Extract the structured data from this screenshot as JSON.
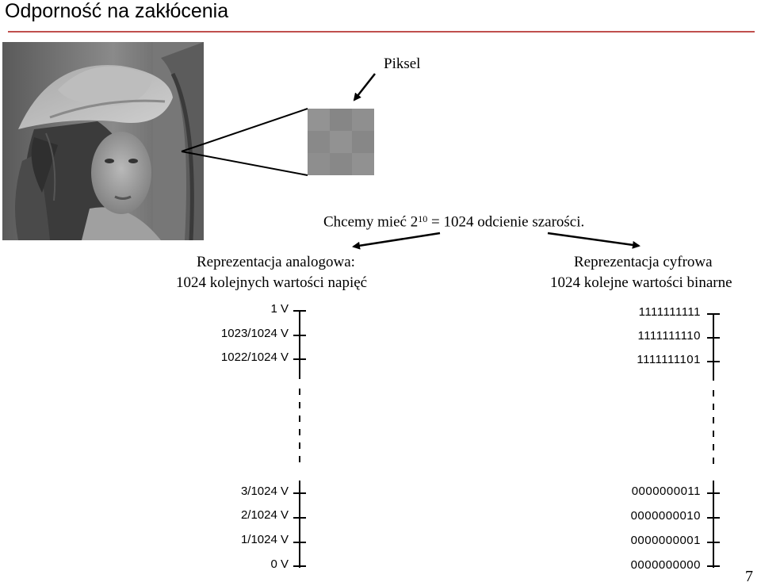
{
  "slide": {
    "title": "Odporność na zakłócenia",
    "page_number": "7",
    "accent_color": "#c0504d"
  },
  "figure": {
    "pixel_label": "Piksel",
    "goal_prefix": "Chcemy mieć 2",
    "goal_exponent": "10",
    "goal_suffix": " = 1024 odcienie szarości."
  },
  "analog": {
    "heading_line1": "Reprezentacja analogowa:",
    "heading_line2": "1024  kolejnych wartości napięć",
    "levels_top": [
      "1 V",
      "1023/1024 V",
      "1022/1024 V"
    ],
    "levels_bottom": [
      "3/1024 V",
      "2/1024 V",
      "1/1024 V",
      "0 V"
    ]
  },
  "digital": {
    "heading_line1": "Reprezentacja cyfrowa",
    "heading_line2": "1024 kolejne wartości binarne",
    "codes_top": [
      "1111111111",
      "1111111110",
      "1111111101"
    ],
    "codes_bottom": [
      "0000000011",
      "0000000010",
      "0000000001",
      "0000000000"
    ]
  }
}
